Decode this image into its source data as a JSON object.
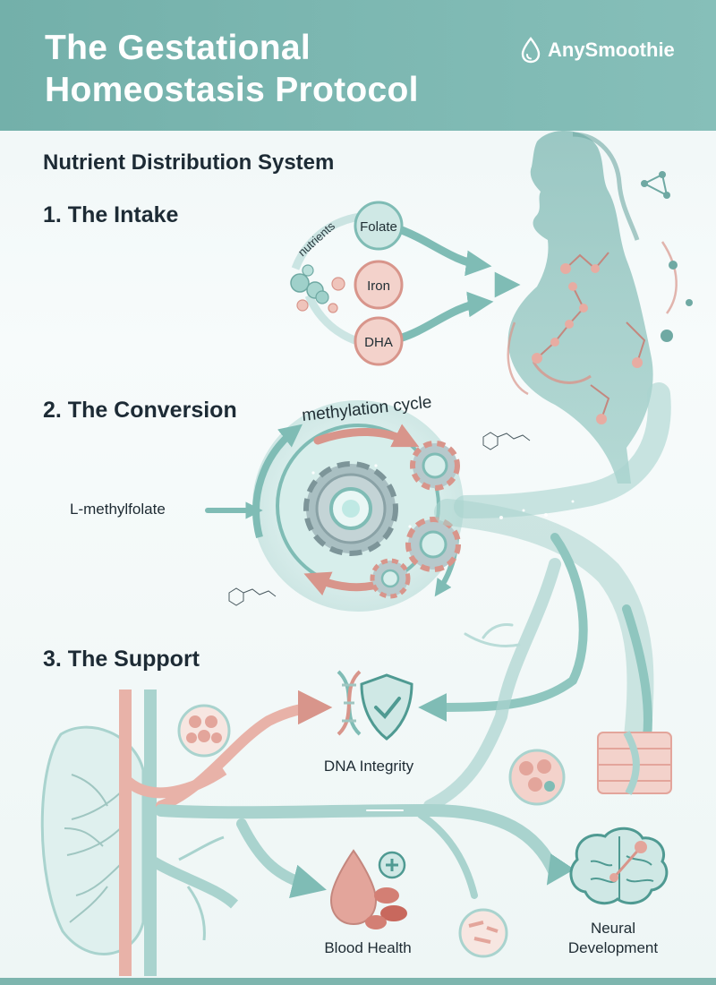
{
  "header": {
    "title_lines": [
      "The Gestational",
      "Homeostasis Protocol"
    ],
    "brand_name": "AnySmoothie",
    "brand_icon": "droplet-icon"
  },
  "diagram": {
    "title": "Nutrient Distribution System",
    "steps": [
      {
        "title": "1. The Intake",
        "arc_label": "nutrients",
        "nutrients": [
          "Folate",
          "Iron",
          "DHA"
        ]
      },
      {
        "title": "2. The Conversion",
        "cycle_label": "methylation cycle",
        "input_label": "L-methylfolate"
      },
      {
        "title": "3. The Support",
        "outcomes": {
          "dna": "DNA Integrity",
          "blood": "Blood Health",
          "neural_lines": [
            "Neural",
            "Development"
          ]
        }
      }
    ]
  },
  "colors": {
    "header": "#7db5ae",
    "teal": "#7fbcb5",
    "teal_dark": "#4f9a92",
    "coral": "#d8958b",
    "coral_light": "#efc4bb",
    "text": "#1d2b35"
  }
}
